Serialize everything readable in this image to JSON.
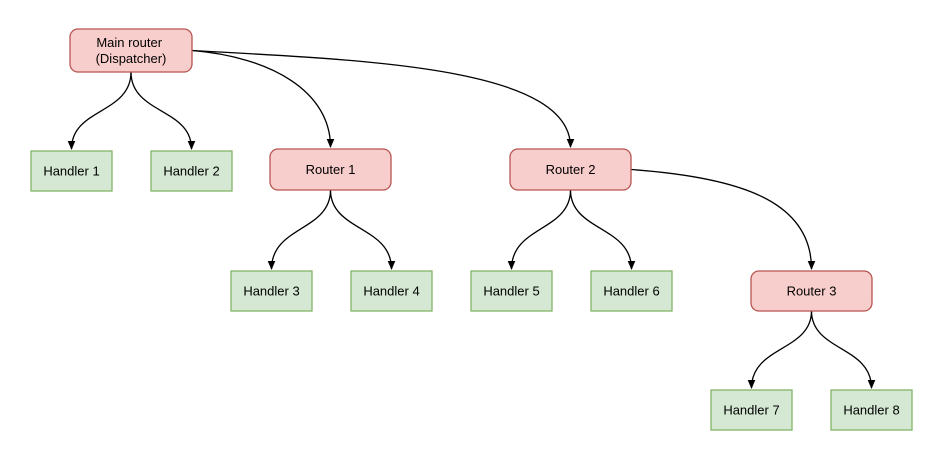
{
  "diagram": {
    "type": "flowchart",
    "background": "#ffffff",
    "colors": {
      "router_fill": "#f8cecc",
      "router_stroke": "#b85450",
      "handler_fill": "#d5e8d4",
      "handler_stroke": "#82b366",
      "edge_stroke": "#000000",
      "text": "#000000"
    },
    "nodes": {
      "main": {
        "type": "router",
        "label": "Main router (Dispatcher)",
        "label_line1": "Main router",
        "label_line2": "(Dispatcher)"
      },
      "router1": {
        "type": "router",
        "label": "Router 1"
      },
      "router2": {
        "type": "router",
        "label": "Router 2"
      },
      "router3": {
        "type": "router",
        "label": "Router 3"
      },
      "handler1": {
        "type": "handler",
        "label": "Handler 1"
      },
      "handler2": {
        "type": "handler",
        "label": "Handler 2"
      },
      "handler3": {
        "type": "handler",
        "label": "Handler 3"
      },
      "handler4": {
        "type": "handler",
        "label": "Handler 4"
      },
      "handler5": {
        "type": "handler",
        "label": "Handler 5"
      },
      "handler6": {
        "type": "handler",
        "label": "Handler 6"
      },
      "handler7": {
        "type": "handler",
        "label": "Handler 7"
      },
      "handler8": {
        "type": "handler",
        "label": "Handler 8"
      }
    },
    "edges": [
      {
        "from": "main",
        "to": "handler1"
      },
      {
        "from": "main",
        "to": "handler2"
      },
      {
        "from": "main",
        "to": "router1"
      },
      {
        "from": "main",
        "to": "router2"
      },
      {
        "from": "router1",
        "to": "handler3"
      },
      {
        "from": "router1",
        "to": "handler4"
      },
      {
        "from": "router2",
        "to": "handler5"
      },
      {
        "from": "router2",
        "to": "handler6"
      },
      {
        "from": "router2",
        "to": "router3"
      },
      {
        "from": "router3",
        "to": "handler7"
      },
      {
        "from": "router3",
        "to": "handler8"
      }
    ]
  }
}
